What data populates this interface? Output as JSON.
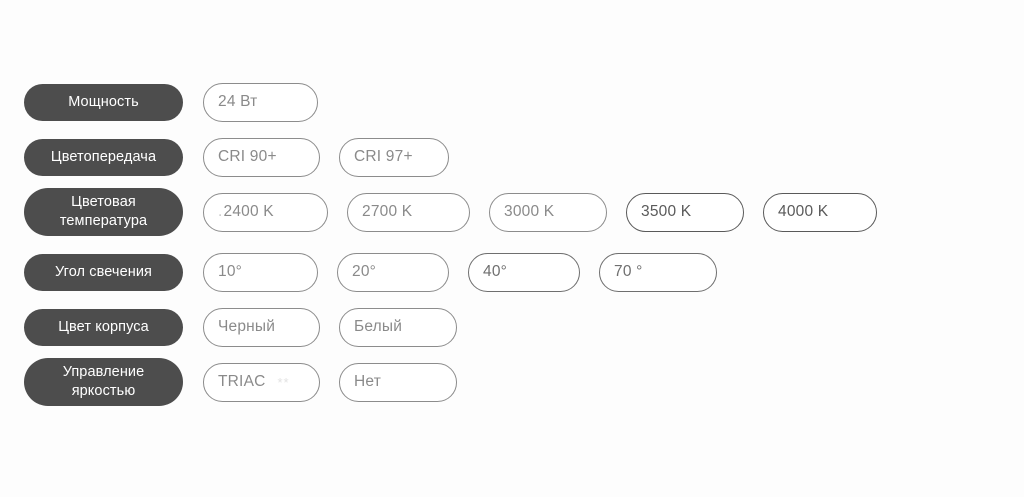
{
  "sheet": {
    "background_color": "#fdfdfd",
    "label_pill_color": "#4d4d4d",
    "label_text_color": "#ffffff",
    "option_border_color": "#8c8c8c",
    "option_text_color": "#8a8a8a"
  },
  "rows": [
    {
      "label": "Мощность",
      "options": [
        {
          "text": "24 Вт"
        }
      ]
    },
    {
      "label": "Цветопередача",
      "options": [
        {
          "text": "CRI 90+"
        },
        {
          "text": "CRI 97+"
        }
      ]
    },
    {
      "label_line1": "Цветовая",
      "label_line2": "температура",
      "options": [
        {
          "text": "2400 K",
          "lead_dot": "."
        },
        {
          "text": "2700 K"
        },
        {
          "text": "3000 K"
        },
        {
          "text": "3500 K"
        },
        {
          "text": "4000 K"
        }
      ]
    },
    {
      "label": "Угол свечения",
      "options": [
        {
          "text": "10°"
        },
        {
          "text": "20°"
        },
        {
          "text": "40°"
        },
        {
          "text": "70 °"
        }
      ]
    },
    {
      "label": "Цвет корпуса",
      "options": [
        {
          "text": "Черный"
        },
        {
          "text": "Белый"
        }
      ]
    },
    {
      "label_line1": "Управление",
      "label_line2": "яркостью",
      "options": [
        {
          "text": "TRIAC",
          "ghost": "**"
        },
        {
          "text": "Нет"
        }
      ]
    }
  ]
}
